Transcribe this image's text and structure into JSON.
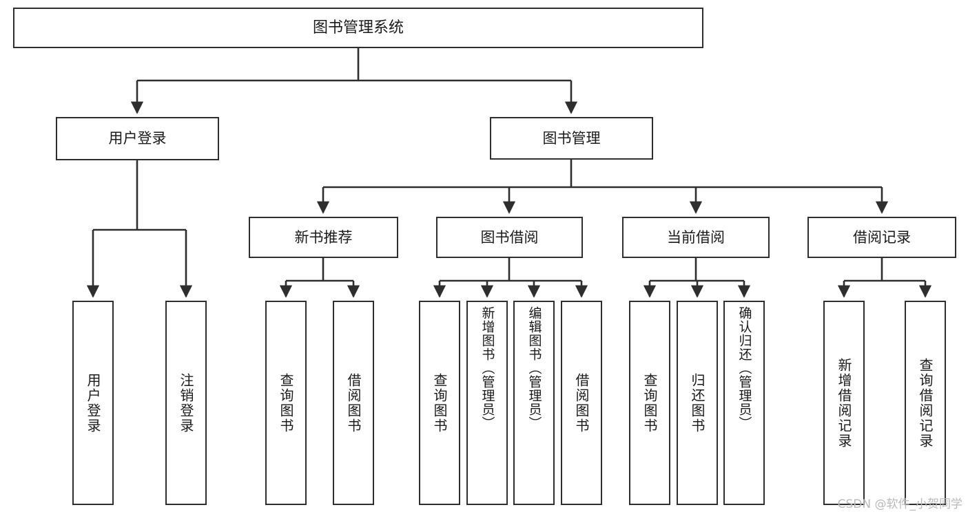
{
  "diagram": {
    "title": "图书管理系统",
    "type": "tree",
    "background_color": "#ffffff",
    "line_color": "#2e2e2e",
    "text_color": "#1a1a1a",
    "nodes": {
      "root": {
        "label": "图书管理系统"
      },
      "level1": [
        {
          "id": "user-login",
          "label": "用户登录"
        },
        {
          "id": "book-manage",
          "label": "图书管理"
        }
      ],
      "level2": [
        {
          "id": "new-book-rec",
          "label": "新书推荐",
          "parent": "book-manage"
        },
        {
          "id": "book-borrow",
          "label": "图书借阅",
          "parent": "book-manage"
        },
        {
          "id": "current-borrow",
          "label": "当前借阅",
          "parent": "book-manage"
        },
        {
          "id": "borrow-record",
          "label": "借阅记录",
          "parent": "book-manage"
        }
      ],
      "leaves": [
        {
          "id": "leaf-user-login",
          "label": "用户登录",
          "parent": "user-login"
        },
        {
          "id": "leaf-logout",
          "label": "注销登录",
          "parent": "user-login"
        },
        {
          "id": "leaf-query-book-1",
          "label": "查询图书",
          "parent": "new-book-rec"
        },
        {
          "id": "leaf-borrow-book-1",
          "label": "借阅图书",
          "parent": "new-book-rec"
        },
        {
          "id": "leaf-query-book-2",
          "label": "查询图书",
          "parent": "book-borrow"
        },
        {
          "id": "leaf-add-book",
          "label": "新增图书（管理员）",
          "parent": "book-borrow"
        },
        {
          "id": "leaf-edit-book",
          "label": "编辑图书（管理员）",
          "parent": "book-borrow"
        },
        {
          "id": "leaf-borrow-book-2",
          "label": "借阅图书",
          "parent": "book-borrow"
        },
        {
          "id": "leaf-query-book-3",
          "label": "查询图书",
          "parent": "current-borrow"
        },
        {
          "id": "leaf-return-book",
          "label": "归还图书",
          "parent": "current-borrow"
        },
        {
          "id": "leaf-confirm-return",
          "label": "确认归还（管理员）",
          "parent": "current-borrow"
        },
        {
          "id": "leaf-add-record",
          "label": "新增借阅记录",
          "parent": "borrow-record"
        },
        {
          "id": "leaf-query-record",
          "label": "查询借阅记录",
          "parent": "borrow-record"
        }
      ]
    }
  },
  "watermark": {
    "text": "CSDN @软件_小贺同学"
  }
}
